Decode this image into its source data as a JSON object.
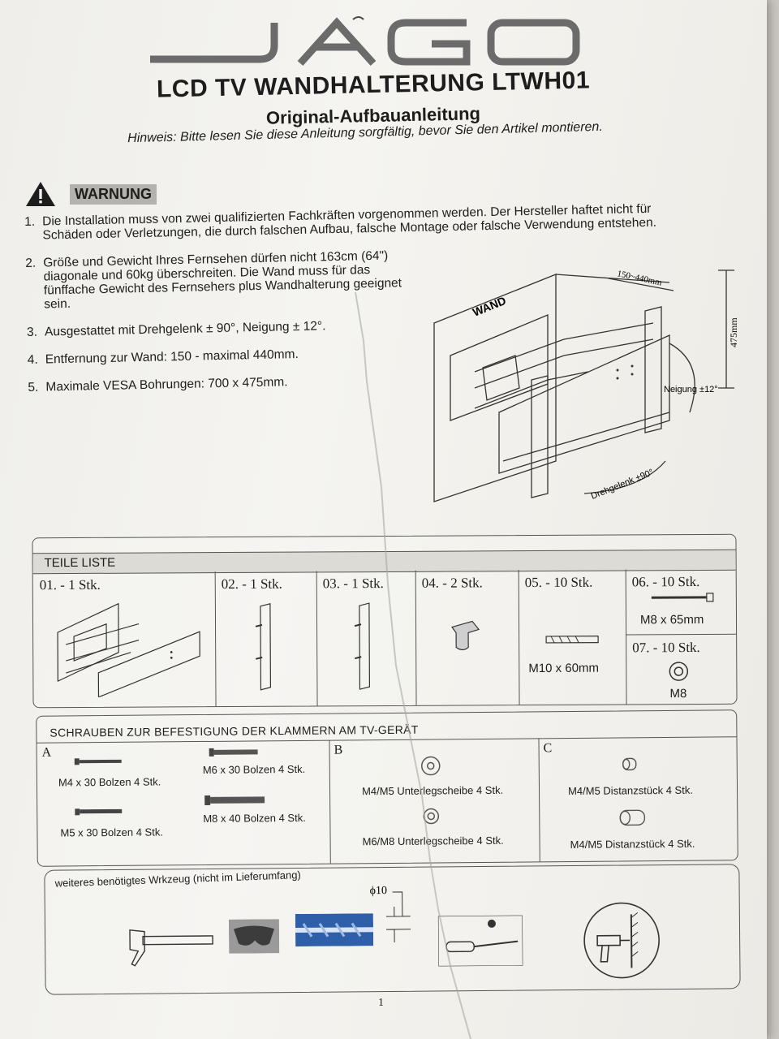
{
  "logo_text": "JAGO",
  "title": "LCD TV WANDHALTERUNG LTWH01",
  "subtitle": "Original-Aufbauanleitung",
  "hint": "Hinweis: Bitte lesen Sie diese Anleitung sorgfältig, bevor Sie den Artikel montieren.",
  "warning": {
    "icon": "warning-triangle-icon",
    "label": "WARNUNG",
    "items": [
      {
        "num": "1.",
        "text": "Die Installation muss von zwei qualifizierten Fachkräften vorgenommen werden. Der Hersteller haftet nicht für Schäden oder Verletzungen, die durch falschen Aufbau, falsche Montage oder falsche Verwendung entstehen."
      },
      {
        "num": "2.",
        "text": "Größe und Gewicht Ihres Fernsehen dürfen nicht 163cm (64\") diagonale und 60kg überschreiten. Die Wand muss für das fünffache Gewicht des Fernsehers plus Wandhalterung geeignet sein."
      },
      {
        "num": "3.",
        "text": "Ausgestattet mit Drehgelenk ± 90°, Neigung ± 12°."
      },
      {
        "num": "4.",
        "text": "Entfernung zur Wand: 150 - maximal 440mm."
      },
      {
        "num": "5.",
        "text": "Maximale VESA Bohrungen: 700 x 475mm."
      }
    ]
  },
  "diagram": {
    "wall_label": "WAND",
    "depth_label": "150~440mm",
    "height_label": "475mm",
    "tilt_label": "Neigung ±12°",
    "swivel_label": "Drehgelenk ±90°"
  },
  "parts": {
    "heading": "TEILE LISTE",
    "items": [
      {
        "label": "01.  - 1 Stk.",
        "caption": ""
      },
      {
        "label": "02. - 1 Stk.",
        "caption": ""
      },
      {
        "label": "03. - 1 Stk.",
        "caption": ""
      },
      {
        "label": "04. - 2 Stk.",
        "caption": ""
      },
      {
        "label": "05. - 10 Stk.",
        "caption": "M10 x 60mm"
      },
      {
        "label": "06. - 10 Stk.",
        "caption": "M8 x 65mm"
      },
      {
        "label": "07. - 10 Stk.",
        "caption": "M8"
      }
    ]
  },
  "screws": {
    "heading": "SCHRAUBEN ZUR BEFESTIGUNG DER KLAMMERN AM TV-GERÄT",
    "a": {
      "letter": "A",
      "items": [
        "M4 x 30 Bolzen 4 Stk.",
        "M6 x 30 Bolzen 4 Stk.",
        "M5 x 30 Bolzen 4 Stk.",
        "M8 x 40 Bolzen 4 Stk."
      ]
    },
    "b": {
      "letter": "B",
      "items": [
        "M4/M5 Unterlegscheibe 4 Stk.",
        "M6/M8 Unterlegscheibe 4 Stk."
      ]
    },
    "c": {
      "letter": "C",
      "items": [
        "M4/M5 Distanzstück 4 Stk.",
        "M4/M5 Distanzstück 4 Stk."
      ]
    }
  },
  "tools": {
    "heading": "weiteres benötigtes Wrkzeug (nicht im Lieferumfang)",
    "drill_label": "ϕ10",
    "items": [
      "hammer-icon",
      "safety-glasses-icon",
      "drill-bit-icon",
      "screwdriver-icon",
      "drilling-icon"
    ]
  },
  "page_number": "1"
}
